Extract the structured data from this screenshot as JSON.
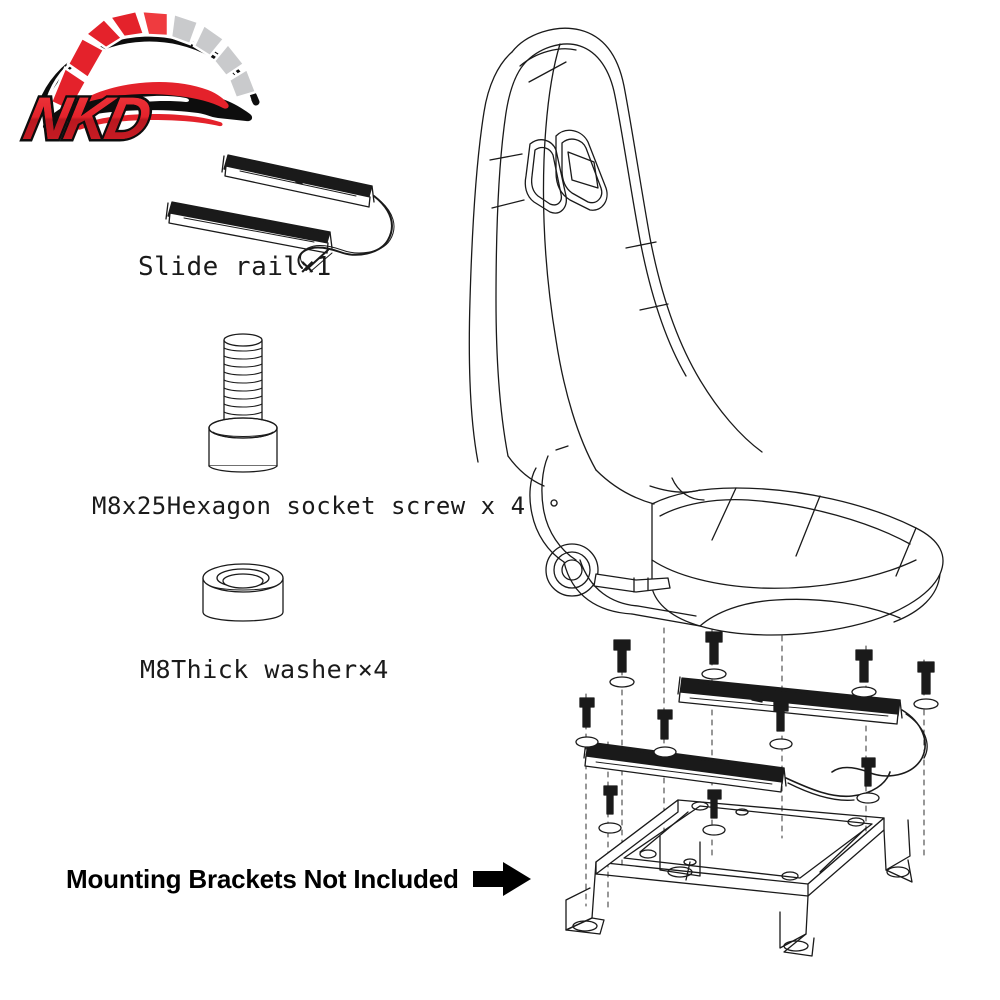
{
  "document": {
    "kind": "product-installation-parts-diagram",
    "subject": "Universal racing bucket seat with slide rails",
    "background_color": "#ffffff",
    "line_color": "#1a1a1a"
  },
  "logo": {
    "brand_text": "NKD",
    "icon_name": "speedometer-car-logo",
    "colors": {
      "red": "#e4222b",
      "dark_red": "#a3151c",
      "gray": "#c9cacc",
      "black": "#0d0d0d",
      "white": "#ffffff"
    }
  },
  "parts": [
    {
      "id": "slide-rail",
      "label": "Slide rail×1",
      "name": "Slide rail",
      "quantity": "1",
      "icon_name": "slide-rail-pair-illustration"
    },
    {
      "id": "hex-socket-screw",
      "label": "M8x25Hexagon socket screw x 4",
      "name": "M8x25 Hexagon socket screw",
      "quantity": "4",
      "icon_name": "hex-socket-cap-screw-illustration"
    },
    {
      "id": "thick-washer",
      "label": "M8Thick washer×4",
      "name": "M8 Thick washer",
      "quantity": "4",
      "icon_name": "thick-washer-illustration"
    }
  ],
  "notice": {
    "text": "Mounting Brackets Not Included",
    "arrow_icon": "right-arrow-icon",
    "arrow_color": "#000000"
  },
  "assembly": {
    "title": "Exploded assembly view",
    "components": [
      "racing bucket seat",
      "recliner mechanism",
      "upper slide rail",
      "lower slide rail",
      "mounting bracket frame",
      "hex socket screws",
      "thick washers"
    ]
  }
}
